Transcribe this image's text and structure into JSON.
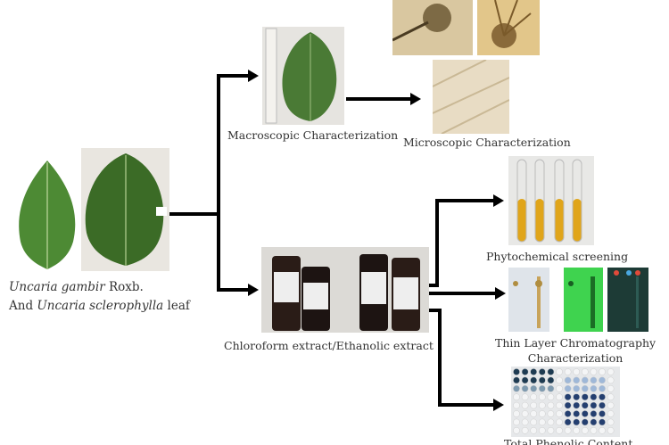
{
  "source": {
    "caption_line1_italic": "Uncaria gambir",
    "caption_line1_rest": " Roxb.",
    "caption_line2_pre": "And ",
    "caption_line2_italic": "Uncaria sclerophylla",
    "caption_line2_rest": " leaf"
  },
  "steps": {
    "macroscopic": "Macroscopic Characterization",
    "microscopic": "Microscopic Characterization",
    "extract": "Chloroform extract/Ethanolic extract",
    "phytochemical": "Phytochemical screening",
    "tlc_line1": "Thin Layer Chromatography",
    "tlc_line2": "Characterization",
    "tpc": "Total Phenolic Content"
  },
  "colors": {
    "arrow": "#000000",
    "leaf": "#3f7a2a",
    "extract": "#1d1412",
    "phyto": "#e0a51a"
  }
}
